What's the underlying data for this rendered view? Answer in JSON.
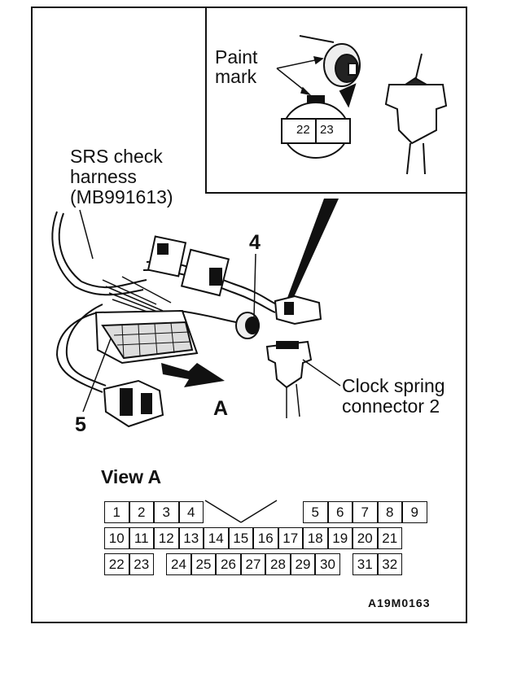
{
  "labels": {
    "paint_mark": [
      "Paint",
      "mark"
    ],
    "srs_harness": [
      "SRS check",
      "harness",
      "(MB991613)"
    ],
    "clock_spring": [
      "Clock spring",
      "connector 2"
    ],
    "callout_4": "4",
    "callout_5": "5",
    "arrow_a": "A",
    "inset_pin_22": "22",
    "inset_pin_23": "23"
  },
  "view": {
    "title": "View A",
    "row1": [
      "1",
      "2",
      "3",
      "4",
      "5",
      "6",
      "7",
      "8",
      "9"
    ],
    "row2": [
      "10",
      "11",
      "12",
      "13",
      "14",
      "15",
      "16",
      "17",
      "18",
      "19",
      "20",
      "21"
    ],
    "row3": [
      "22",
      "23",
      "24",
      "25",
      "26",
      "27",
      "28",
      "29",
      "30",
      "31",
      "32"
    ]
  },
  "figure_code": "A19M0163"
}
